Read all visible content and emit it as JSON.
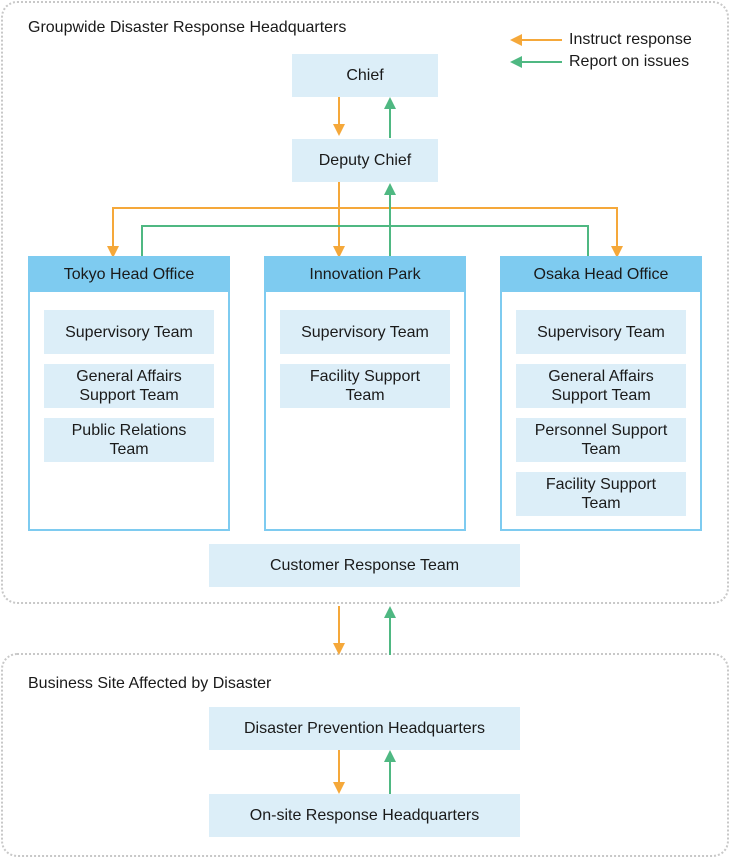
{
  "legend": {
    "instruct": {
      "label": "Instruct response",
      "color": "#f5a83a"
    },
    "report": {
      "label": "Report on issues",
      "color": "#4fb882"
    }
  },
  "hq": {
    "title": "Groupwide Disaster Response Headquarters",
    "chief": "Chief",
    "deputy": "Deputy Chief",
    "offices": [
      {
        "name": "Tokyo Head Office",
        "teams": [
          "Supervisory Team",
          "General Affairs Support Team",
          "Public Relations Team"
        ]
      },
      {
        "name": "Innovation Park",
        "teams": [
          "Supervisory Team",
          "Facility Support Team"
        ]
      },
      {
        "name": "Osaka Head Office",
        "teams": [
          "Supervisory Team",
          "General Affairs Support Team",
          "Personnel Support Team",
          "Facility Support Team"
        ]
      }
    ],
    "customer": "Customer Response Team"
  },
  "site": {
    "title": "Business Site Affected by Disaster",
    "prevention": "Disaster Prevention Headquarters",
    "onsite": "On-site Response Headquarters"
  }
}
